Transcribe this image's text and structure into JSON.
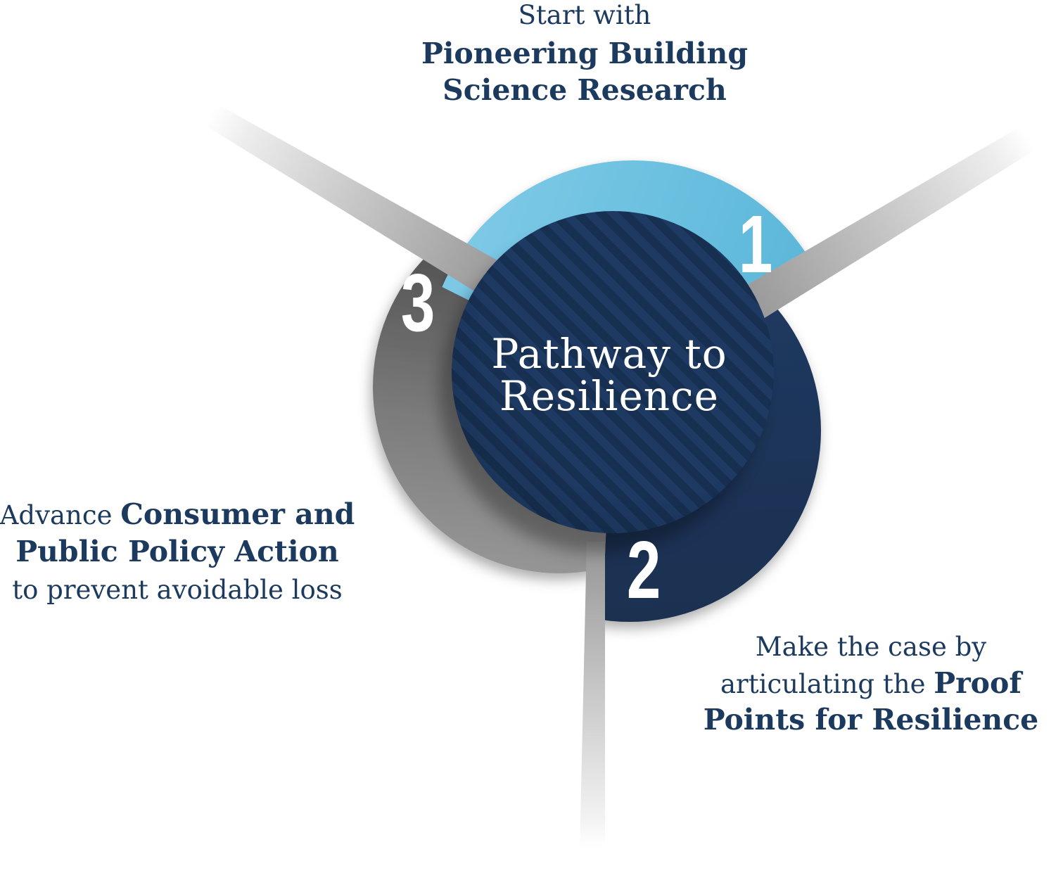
{
  "title": {
    "line1": "Pathway to",
    "line2": "Resilience"
  },
  "steps": [
    {
      "number": "1",
      "petal_color_name": "light-blue",
      "label_lines": [
        {
          "segments": [
            {
              "text": "Start with",
              "bold": false
            }
          ]
        },
        {
          "segments": [
            {
              "text": "Pioneering Building",
              "bold": true
            }
          ]
        },
        {
          "segments": [
            {
              "text": "Science Research",
              "bold": true
            }
          ]
        }
      ]
    },
    {
      "number": "2",
      "petal_color_name": "navy",
      "label_lines": [
        {
          "segments": [
            {
              "text": "Make the case by",
              "bold": false
            }
          ]
        },
        {
          "segments": [
            {
              "text": "articulating the ",
              "bold": false
            },
            {
              "text": "Proof",
              "bold": true
            }
          ]
        },
        {
          "segments": [
            {
              "text": "Points for Resilience",
              "bold": true
            }
          ]
        }
      ]
    },
    {
      "number": "3",
      "petal_color_name": "gray",
      "label_lines": [
        {
          "segments": [
            {
              "text": "Advance ",
              "bold": false
            },
            {
              "text": "Consumer and",
              "bold": true
            }
          ]
        },
        {
          "segments": [
            {
              "text": "Public Policy Action",
              "bold": true
            }
          ]
        },
        {
          "segments": [
            {
              "text": "to prevent avoidable loss",
              "bold": false
            }
          ]
        }
      ]
    }
  ],
  "colors": {
    "background": "#ffffff",
    "text_navy": "#1c3a5e",
    "title_white": "#ffffff",
    "number_white": "#ffffff",
    "petal_blue_light": "#7cc9e6",
    "petal_blue_dark": "#58b5d8",
    "petal_navy_light": "#213a61",
    "petal_navy_dark": "#1a2f50",
    "petal_gray_dark": "#4b4b4b",
    "petal_gray_light": "#9c9c9c",
    "stripe_base": "#1e3a63",
    "stripe_dark": "#172f51",
    "ray_gray": "#969696"
  }
}
